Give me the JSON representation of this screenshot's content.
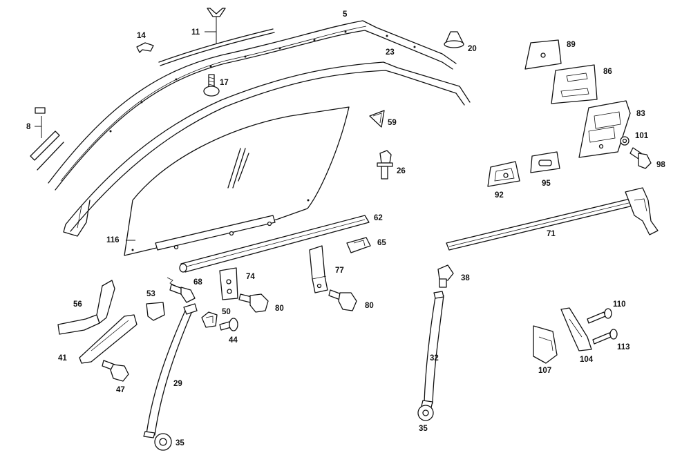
{
  "diagram": {
    "callouts": {
      "p5": "5",
      "p11": "11",
      "p14": "14",
      "p8": "8",
      "p17": "17",
      "p20": "20",
      "p23": "23",
      "p26": "26",
      "p29": "29",
      "p32": "32",
      "p35a": "35",
      "p35b": "35",
      "p38": "38",
      "p41": "41",
      "p44": "44",
      "p47": "47",
      "p50": "50",
      "p53": "53",
      "p56": "56",
      "p59": "59",
      "p62": "62",
      "p65": "65",
      "p68": "68",
      "p71": "71",
      "p74": "74",
      "p77": "77",
      "p80a": "80",
      "p80b": "80",
      "p83": "83",
      "p86": "86",
      "p89": "89",
      "p92": "92",
      "p95": "95",
      "p98": "98",
      "p101": "101",
      "p104": "104",
      "p107": "107",
      "p110": "110",
      "p113": "113",
      "p116": "116"
    }
  }
}
